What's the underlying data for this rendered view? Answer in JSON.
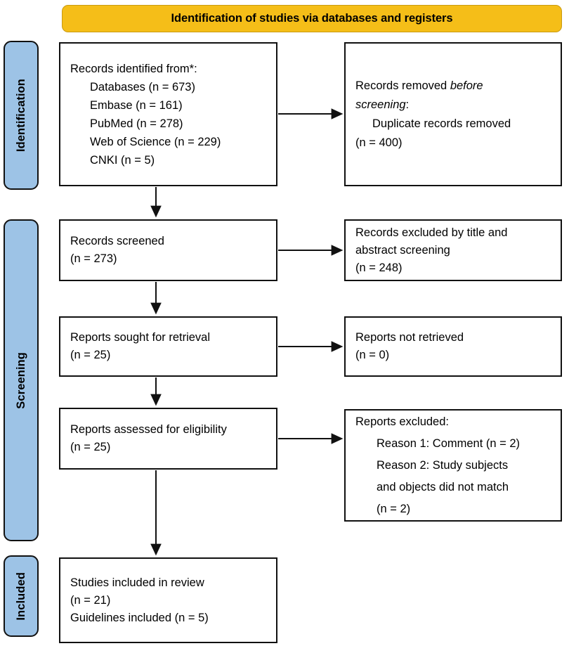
{
  "banner": {
    "title": "Identification of studies via databases and registers",
    "bg_color": "#f5be18"
  },
  "stages": {
    "identification": "Identification",
    "screening": "Screening",
    "included": "Included",
    "tab_color": "#9dc3e6"
  },
  "boxes": {
    "records_identified": {
      "title": "Records identified from*:",
      "items": [
        "Databases (n = 673)",
        "Embase (n = 161)",
        "PubMed (n = 278)",
        "Web of Science (n = 229)",
        "CNKI (n = 5)"
      ]
    },
    "records_removed": {
      "line1_plain": "Records removed ",
      "line1_italic": "before",
      "line2_italic": "screening",
      "line2_plain": ":",
      "item": "Duplicate records removed",
      "count": "(n = 400)"
    },
    "records_screened": {
      "title": "Records screened",
      "count": "(n = 273)"
    },
    "records_excluded": {
      "line1": "Records excluded by title and",
      "line2": "abstract screening",
      "count": "(n = 248)"
    },
    "reports_sought": {
      "title": "Reports sought for retrieval",
      "count": "(n = 25)"
    },
    "reports_not_retrieved": {
      "title": "Reports not retrieved",
      "count": "(n = 0)"
    },
    "reports_assessed": {
      "title": "Reports assessed for eligibility",
      "count": "(n = 25)"
    },
    "reports_excluded": {
      "title": "Reports excluded:",
      "reason1": "Reason 1:  Comment (n = 2)",
      "reason2_line1": "Reason 2: Study subjects",
      "reason2_line2": "and objects did not match",
      "reason2_count": " (n = 2)"
    },
    "studies_included": {
      "title": "Studies included in review",
      "count": "(n = 21)",
      "guidelines": "Guidelines included (n = 5)"
    }
  },
  "chart_data": {
    "type": "diagram",
    "title": "Identification of studies via databases and registers",
    "nodes": [
      {
        "id": "records_identified",
        "stage": "Identification",
        "column": "left",
        "label": "Records identified from*",
        "total": 673,
        "breakdown": [
          {
            "source": "Databases",
            "n": 673
          },
          {
            "source": "Embase",
            "n": 161
          },
          {
            "source": "PubMed",
            "n": 278
          },
          {
            "source": "Web of Science",
            "n": 229
          },
          {
            "source": "CNKI",
            "n": 5
          }
        ]
      },
      {
        "id": "records_removed",
        "stage": "Identification",
        "column": "right",
        "label": "Records removed before screening: Duplicate records removed",
        "n": 400
      },
      {
        "id": "records_screened",
        "stage": "Screening",
        "column": "left",
        "label": "Records screened",
        "n": 273
      },
      {
        "id": "records_excluded",
        "stage": "Screening",
        "column": "right",
        "label": "Records excluded by title and abstract screening",
        "n": 248
      },
      {
        "id": "reports_sought",
        "stage": "Screening",
        "column": "left",
        "label": "Reports sought for retrieval",
        "n": 25
      },
      {
        "id": "reports_not_retrieved",
        "stage": "Screening",
        "column": "right",
        "label": "Reports not retrieved",
        "n": 0
      },
      {
        "id": "reports_assessed",
        "stage": "Screening",
        "column": "left",
        "label": "Reports assessed for eligibility",
        "n": 25
      },
      {
        "id": "reports_excluded",
        "stage": "Screening",
        "column": "right",
        "label": "Reports excluded",
        "reasons": [
          {
            "reason": "Reason 1:  Comment",
            "n": 2
          },
          {
            "reason": "Reason 2: Study subjects and objects did not match",
            "n": 2
          }
        ]
      },
      {
        "id": "studies_included",
        "stage": "Included",
        "column": "left",
        "label": "Studies included in review",
        "n": 21,
        "extra": {
          "label": "Guidelines included",
          "n": 5
        }
      }
    ],
    "edges": [
      {
        "from": "records_identified",
        "to": "records_removed",
        "direction": "right"
      },
      {
        "from": "records_identified",
        "to": "records_screened",
        "direction": "down"
      },
      {
        "from": "records_screened",
        "to": "records_excluded",
        "direction": "right"
      },
      {
        "from": "records_screened",
        "to": "reports_sought",
        "direction": "down"
      },
      {
        "from": "reports_sought",
        "to": "reports_not_retrieved",
        "direction": "right"
      },
      {
        "from": "reports_sought",
        "to": "reports_assessed",
        "direction": "down"
      },
      {
        "from": "reports_assessed",
        "to": "reports_excluded",
        "direction": "right"
      },
      {
        "from": "reports_assessed",
        "to": "studies_included",
        "direction": "down"
      }
    ]
  }
}
